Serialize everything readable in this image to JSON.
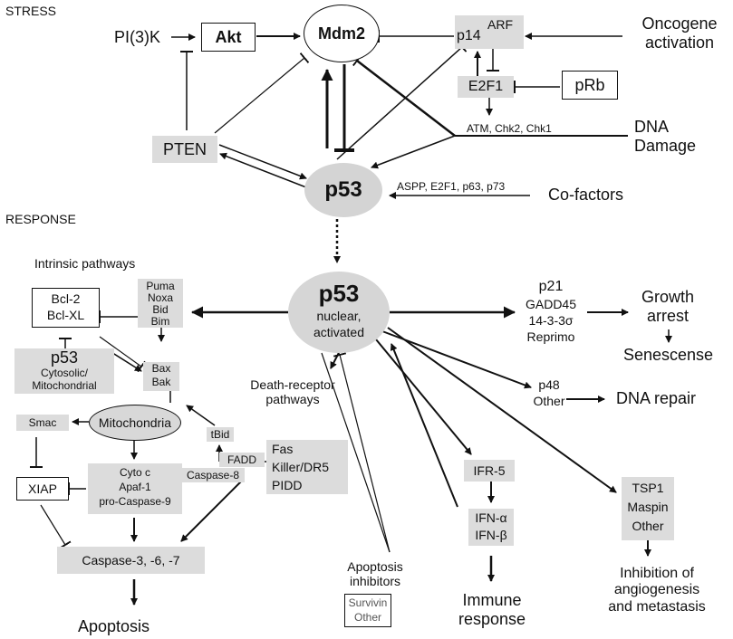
{
  "stress": {
    "heading": "STRESS",
    "pi3k": "PI(3)K",
    "akt": "Akt",
    "mdm2": "Mdm2",
    "p14": "p14",
    "arf": "ARF",
    "e2f1": "E2F1",
    "prb": "pRb",
    "oncogene": [
      "Oncogene",
      "activation"
    ],
    "kinases": "ATM, Chk2, Chk1",
    "dna_damage": [
      "DNA",
      "Damage"
    ],
    "pten": "PTEN",
    "p53": "p53",
    "cofactor_list": "ASPP, E2F1, p63, p73",
    "cofactors": "Co-factors"
  },
  "response": {
    "heading": "RESPONSE",
    "intrinsic": "Intrinsic pathways",
    "bcl2": [
      "Bcl-2",
      "Bcl-XL"
    ],
    "bh3": [
      "Puma",
      "Noxa",
      "Bid",
      "Bim"
    ],
    "p53_cyto": [
      "p53",
      "Cytosolic/",
      "Mitochondrial"
    ],
    "baxbak": [
      "Bax",
      "Bak"
    ],
    "mitochondria": "Mitochondria",
    "smac": "Smac",
    "xiap": "XIAP",
    "cyto": [
      "Cyto c",
      "Apaf-1",
      "pro-Caspase-9"
    ],
    "tbid": "tBid",
    "fadd": "FADD",
    "caspase8": "Caspase-8",
    "caspase": "Caspase-3, -6, -7",
    "apoptosis": "Apoptosis",
    "p53_nuc": [
      "p53",
      "nuclear,",
      "activated"
    ],
    "death_receptor": [
      "Death-receptor",
      "pathways"
    ],
    "dr_list": [
      "Fas",
      "Killer/DR5",
      "PIDD"
    ],
    "apop_inhib": [
      "Apoptosis",
      "inhibitors"
    ],
    "survivin": [
      "Survivin",
      "Other"
    ],
    "ifr5": "IFR-5",
    "ifn": [
      "IFN-α",
      "IFN-β"
    ],
    "immune": [
      "Immune",
      "response"
    ],
    "tsp": [
      "TSP1",
      "Maspin",
      "Other"
    ],
    "angio": [
      "Inhibition of",
      "angiogenesis",
      "and metastasis"
    ],
    "p21": "p21",
    "p21_list": [
      "GADD45",
      "14-3-3σ",
      "Reprimo"
    ],
    "growth": [
      "Growth",
      "arrest"
    ],
    "senescence": "Senescense",
    "p48": [
      "p48",
      "Other"
    ],
    "dna_repair": "DNA repair"
  }
}
